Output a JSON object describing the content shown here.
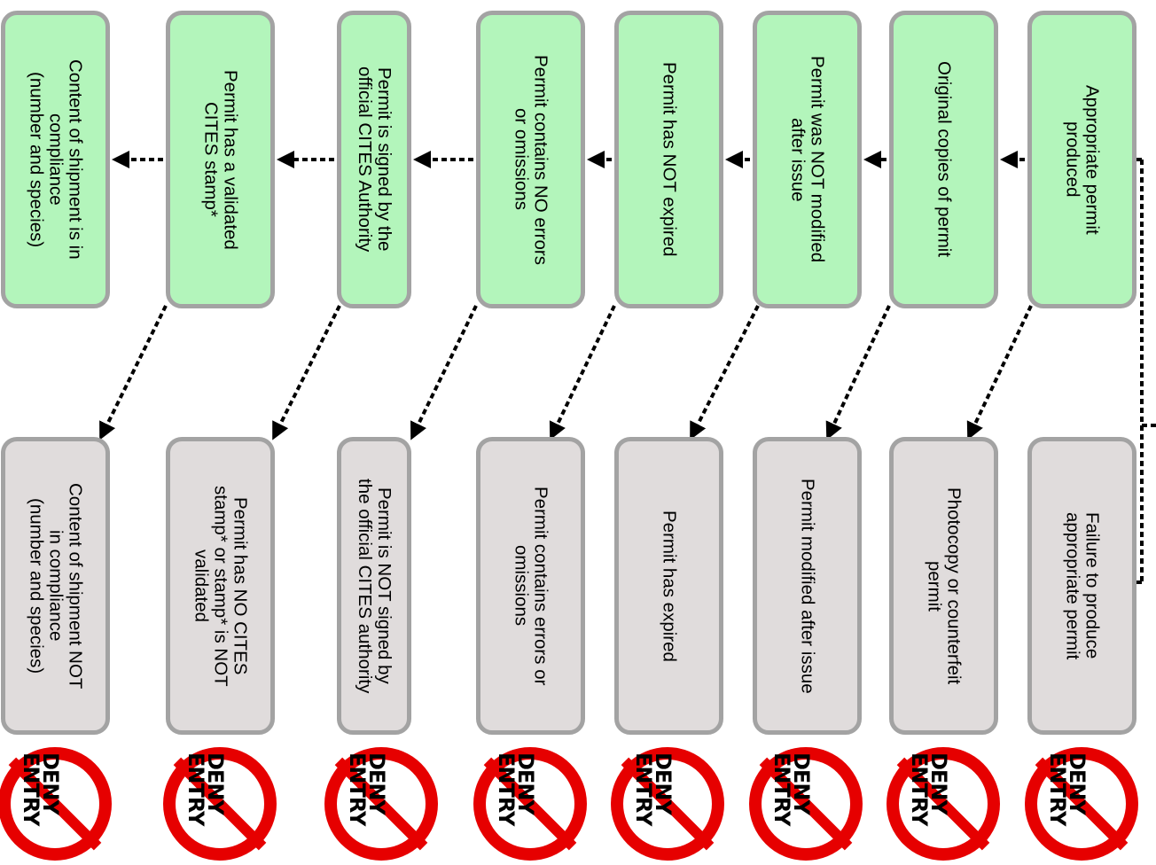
{
  "pass_steps": [
    {
      "label": "Appropriate permit\nproduced"
    },
    {
      "label": "Original copies of permit"
    },
    {
      "label": "Permit was NOT modified\nafter issue"
    },
    {
      "label": "Permit has NOT expired"
    },
    {
      "label": "Permit contains NO errors\nor omissions"
    },
    {
      "label": "Permit is signed by the\nofficial CITES Authority"
    },
    {
      "label": "Permit has a validated\nCITES stamp*"
    },
    {
      "label": "Content of shipment is in\ncompliance\n(number and species)"
    }
  ],
  "fail_outcomes": [
    {
      "label": "Failure to produce\nappropriate permit"
    },
    {
      "label": "Photocopy or counterfeit\npermit"
    },
    {
      "label": "Permit modified after issue"
    },
    {
      "label": "Permit has expired"
    },
    {
      "label": "Permit contains errors or\nomissions"
    },
    {
      "label": "Permit is NOT signed by\nthe official CITES authority"
    },
    {
      "label": "Permit has NO CITES\nstamp* or stamp* is NOT\nvalidated"
    },
    {
      "label": "Content of shipment NOT\nin compliance\n(number and species)"
    }
  ],
  "deny_sign": {
    "text": "DENY\nENTRY"
  },
  "colors": {
    "pass_fill": "#b3f5bb",
    "fail_fill": "#e0dcdc",
    "box_border": "#a3a3a3",
    "deny_red": "#e60000"
  }
}
